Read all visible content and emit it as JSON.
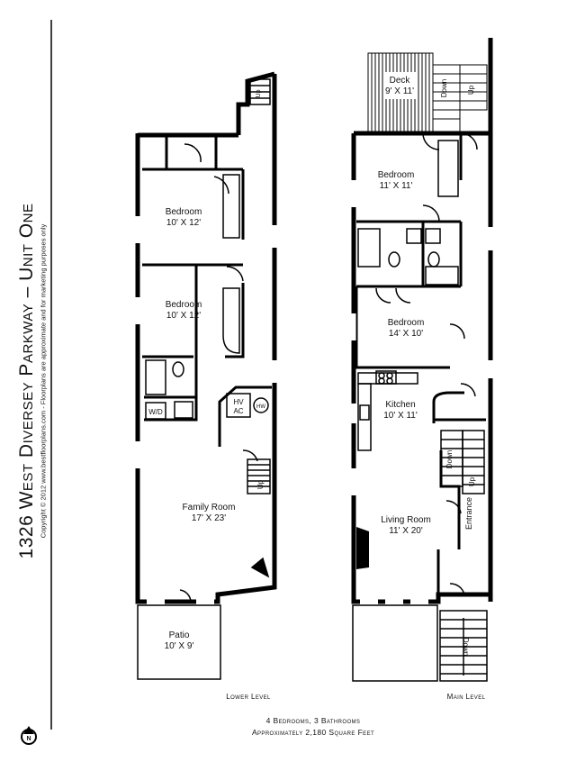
{
  "title": "1326 West Diversey Parkway – Unit One",
  "copyright": "Copyright © 2012  www.bestfloorplans.com - Floorplans are approximate and for marketing purposes only",
  "lower_level": {
    "label": "Lower Level",
    "rooms": [
      {
        "name": "Bedroom",
        "dims": "10' X 12'"
      },
      {
        "name": "Bedroom",
        "dims": "10' X 12'"
      },
      {
        "name": "Family Room",
        "dims": "17' X 23'"
      },
      {
        "name": "Patio",
        "dims": "10' X 9'"
      }
    ],
    "fixtures": {
      "wd": "W/D",
      "hvac_1": "HV",
      "hvac_2": "AC",
      "hw": "HW",
      "up_stair": "Up",
      "up_top": "Up"
    }
  },
  "main_level": {
    "label": "Main Level",
    "rooms": [
      {
        "name": "Deck",
        "dims": "9' X 11'"
      },
      {
        "name": "Bedroom",
        "dims": "11' X 11'"
      },
      {
        "name": "Bedroom",
        "dims": "14' X 10'"
      },
      {
        "name": "Kitchen",
        "dims": "10' X 11'"
      },
      {
        "name": "Living Room",
        "dims": "11' X 20'"
      }
    ],
    "fixtures": {
      "deck_down": "Down",
      "deck_up": "Up",
      "stair_down": "Down",
      "stair_up": "Up",
      "entrance": "Entrance",
      "front_down": "Down"
    }
  },
  "summary": {
    "line1": "4 Bedrooms, 3 Bathrooms",
    "line2": "Approximately 2,180 Square Feet"
  },
  "compass": "N"
}
